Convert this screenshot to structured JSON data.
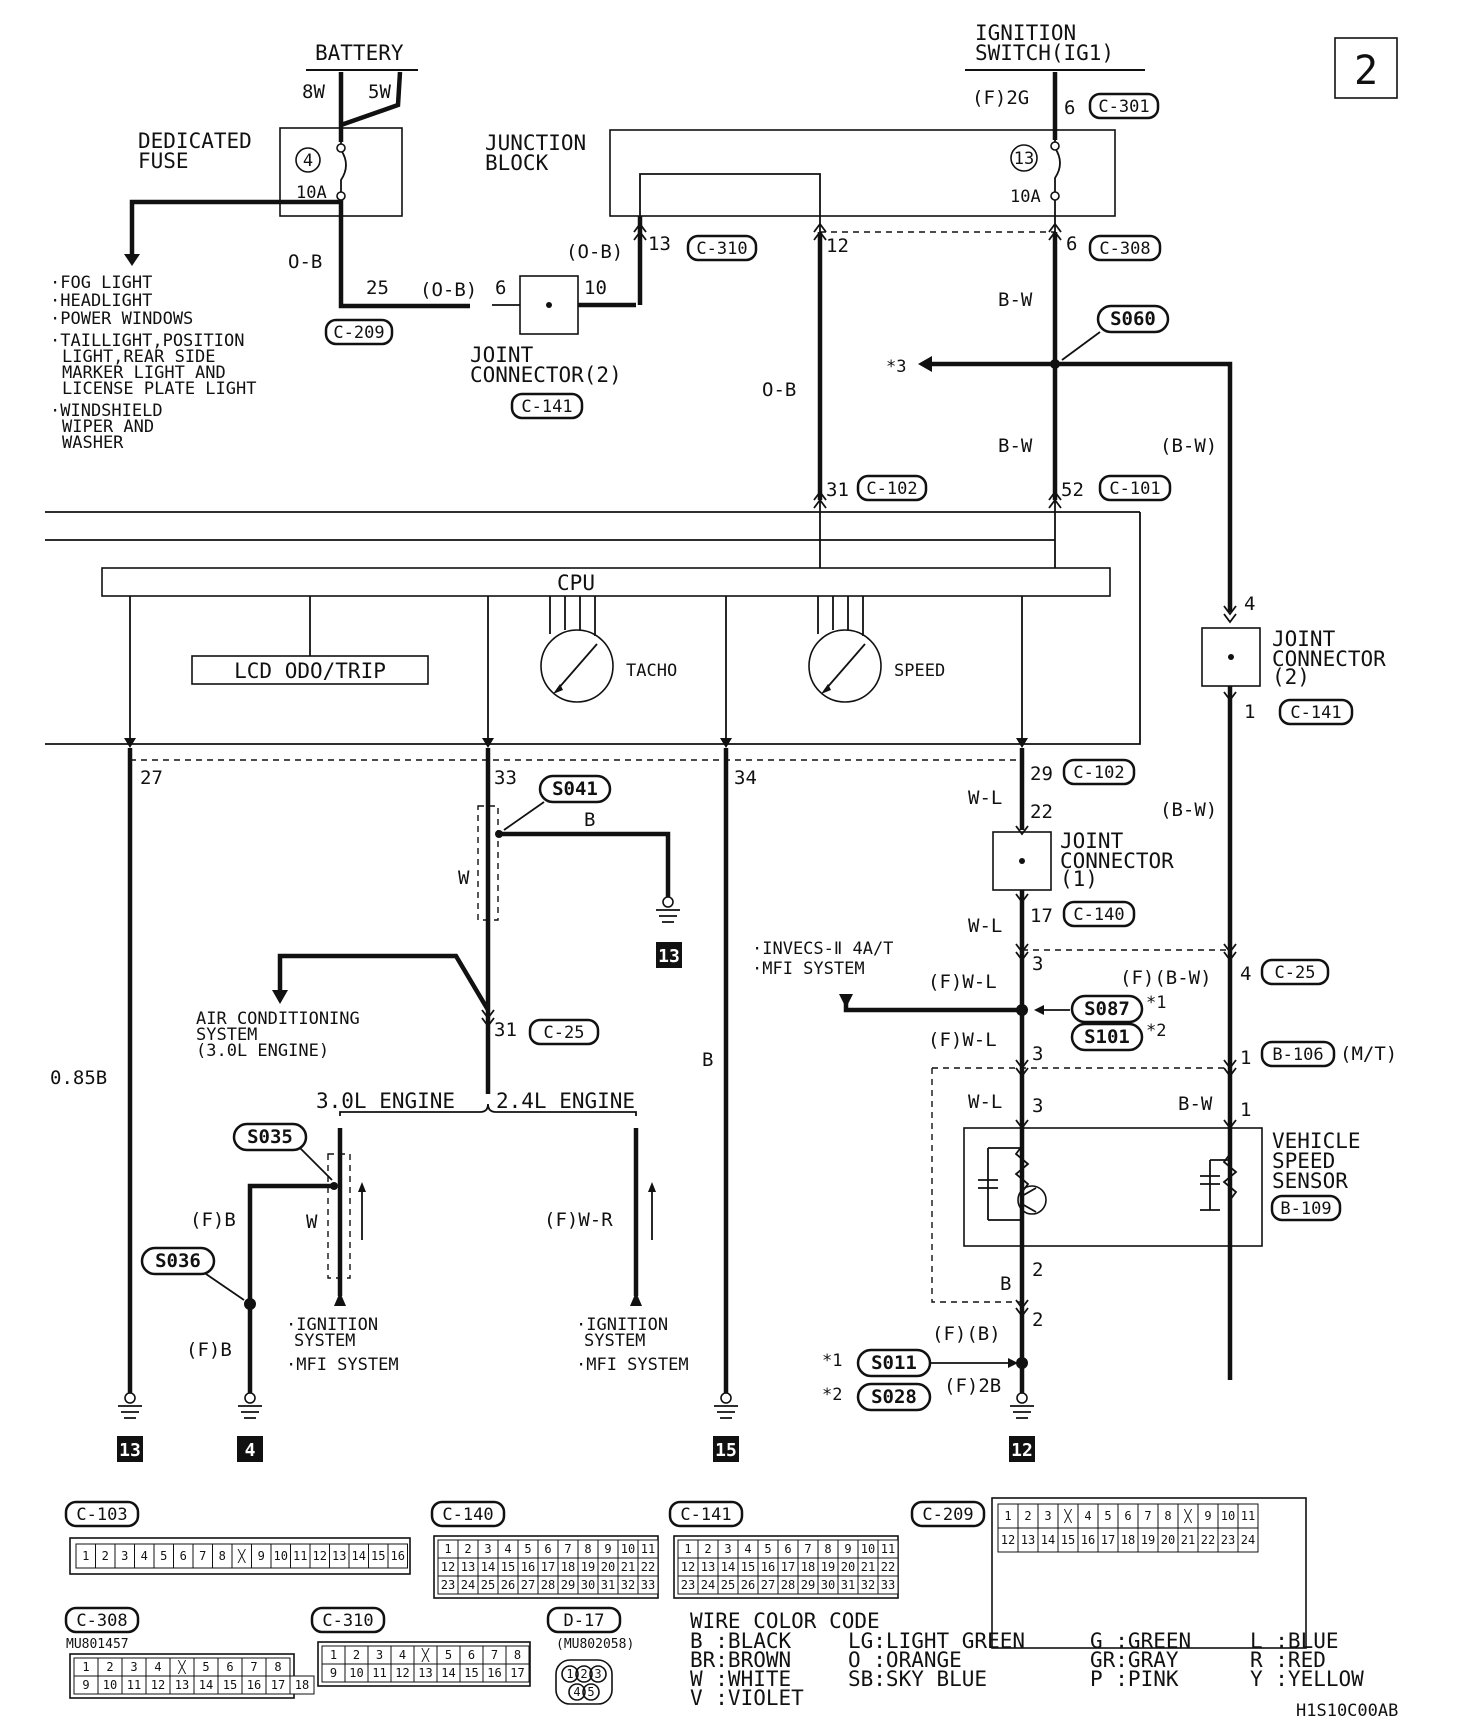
{
  "page_number": "2",
  "doc_code": "H1S10C00AB",
  "top": {
    "battery": "BATTERY",
    "battery_wire_a": "8W",
    "battery_wire_b": "5W",
    "dedicated_fuse": [
      "DEDICATED",
      "FUSE"
    ],
    "fuse4_num": "4",
    "fuse4_amp": "10A",
    "ignition_switch": [
      "IGNITION",
      "SWITCH(IG1)"
    ],
    "ig_pin": "(F)2G",
    "ig_pin6": "6",
    "c301": "C-301",
    "junction_block": [
      "JUNCTION",
      "BLOCK"
    ],
    "fuse13_num": "13",
    "fuse13_amp": "10A",
    "pin13": "13",
    "c310": "C-310",
    "pin12": "12",
    "pin6b": "6",
    "c308": "C-308",
    "ob_a": "(O-B)",
    "ob_left": "O-B",
    "pin25": "25",
    "ob_b": "(O-B)",
    "pin6c": "6",
    "pin10": "10",
    "c209": "C-209",
    "joint2_title": [
      "JOINT",
      "CONNECTOR(2)"
    ],
    "c141": "C-141",
    "fuse_loads": [
      "·FOG LIGHT",
      "·HEADLIGHT",
      "·POWER WINDOWS",
      "·TAILLIGHT,POSITION",
      "LIGHT,REAR SIDE",
      "MARKER LIGHT AND",
      "LICENSE PLATE LIGHT",
      "·WINDSHIELD",
      "WIPER AND",
      "WASHER"
    ],
    "bw1": "B-W",
    "s060": "S060",
    "star3": "*3",
    "bw2": "B-W",
    "bw_paren": "(B-W)",
    "ob_mid": "O-B",
    "pin31": "31",
    "c102": "C-102",
    "pin52": "52",
    "c101": "C-101"
  },
  "cluster": {
    "cpu": "CPU",
    "lcd": "LCD ODO/TRIP",
    "tacho": "TACHO",
    "speed": "SPEED"
  },
  "right": {
    "pin4": "4",
    "joint2": [
      "JOINT",
      "CONNECTOR",
      "(2)"
    ],
    "pin1": "1",
    "c141": "C-141",
    "bw_paren2": "(B-W)",
    "f_bw": "(F)(B-W)",
    "pin4b": "4",
    "c25": "C-25",
    "pin1b": "1",
    "b106": "B-106",
    "mt": "(M/T)",
    "bw3": "B-W",
    "pin1c": "1",
    "vss": [
      "VEHICLE",
      "SPEED",
      "SENSOR"
    ],
    "b109": "B-109"
  },
  "middle": {
    "pin27": "27",
    "pin33": "33",
    "pin34": "34",
    "pin29": "29",
    "c102b": "C-102",
    "s041": "S041",
    "b_lbl": "B",
    "w_lbl": "W",
    "g13": "13",
    "ac": [
      "AIR CONDITIONING",
      "SYSTEM",
      "(3.0L ENGINE)"
    ],
    "pin31b": "31",
    "c25b": "C-25",
    "eng30": "3.0L ENGINE",
    "eng24": "2.4L ENGINE",
    "wire085": "0.85B",
    "s035": "S035",
    "fb1": "(F)B",
    "w2": "W",
    "s036": "S036",
    "fb2": "(F)B",
    "ign1": [
      "·IGNITION",
      "SYSTEM",
      "·MFI SYSTEM"
    ],
    "fwr": "(F)W-R",
    "ign2": [
      "·IGNITION",
      "SYSTEM",
      "·MFI SYSTEM"
    ],
    "b_mid": "B",
    "wl1": "W-L",
    "pin22": "22",
    "joint1": [
      "JOINT",
      "CONNECTOR",
      "(1)"
    ],
    "wl2": "W-L",
    "pin17": "17",
    "c140": "C-140",
    "invecs": [
      "·INVECS-Ⅱ 4A/T",
      "·MFI SYSTEM"
    ],
    "fwl1": "(F)W-L",
    "pin3a": "3",
    "s087": "S087",
    "st1": "*1",
    "s101": "S101",
    "st2": "*2",
    "fwl2": "(F)W-L",
    "pin3b": "3",
    "wl3": "W-L",
    "pin3c": "3",
    "b_lbl2": "B",
    "pin2a": "2",
    "pin2b": "2",
    "f_b": "(F)(B)",
    "st1b": "*1",
    "s011": "S011",
    "f2b": "(F)2B",
    "st2b": "*2",
    "s028": "S028"
  },
  "grounds": [
    "13",
    "4",
    "15",
    "12"
  ],
  "connectors": {
    "c103": "C-103",
    "c140": "C-140",
    "c141": "C-141",
    "c209": "C-209",
    "c308": "C-308",
    "c308_part": "MU801457",
    "c310": "C-310",
    "d17": "D-17",
    "d17_part": "(MU802058)"
  },
  "wire_codes": {
    "title": "WIRE COLOR CODE",
    "rows": [
      [
        "B :BLACK",
        "LG:LIGHT GREEN",
        "G :GREEN",
        "L :BLUE"
      ],
      [
        "BR:BROWN",
        "O :ORANGE",
        "GR:GRAY",
        "R :RED"
      ],
      [
        "W :WHITE",
        "SB:SKY BLUE",
        "P :PINK",
        "Y :YELLOW"
      ],
      [
        "V :VIOLET",
        "",
        "",
        ""
      ]
    ]
  }
}
